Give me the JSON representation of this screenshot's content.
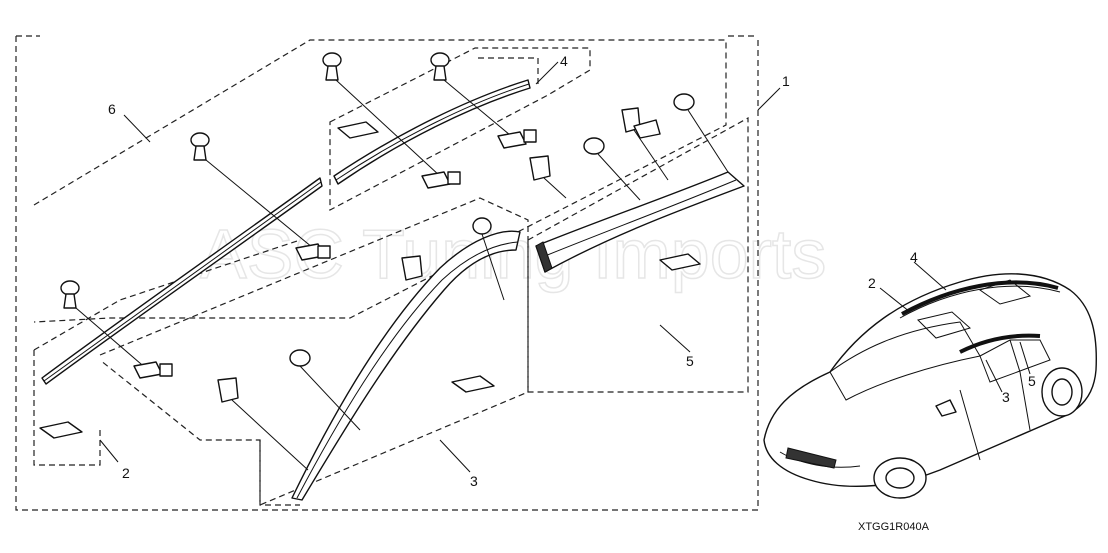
{
  "diagram": {
    "watermark": "ASC Tuning Imports",
    "drawing_code": "XTGG1R040A",
    "callouts": {
      "c1": "1",
      "c2": "2",
      "c3": "3",
      "c4": "4",
      "c5": "5",
      "c6": "6",
      "car_c2": "2",
      "car_c3": "3",
      "car_c4": "4",
      "car_c5": "5"
    }
  }
}
